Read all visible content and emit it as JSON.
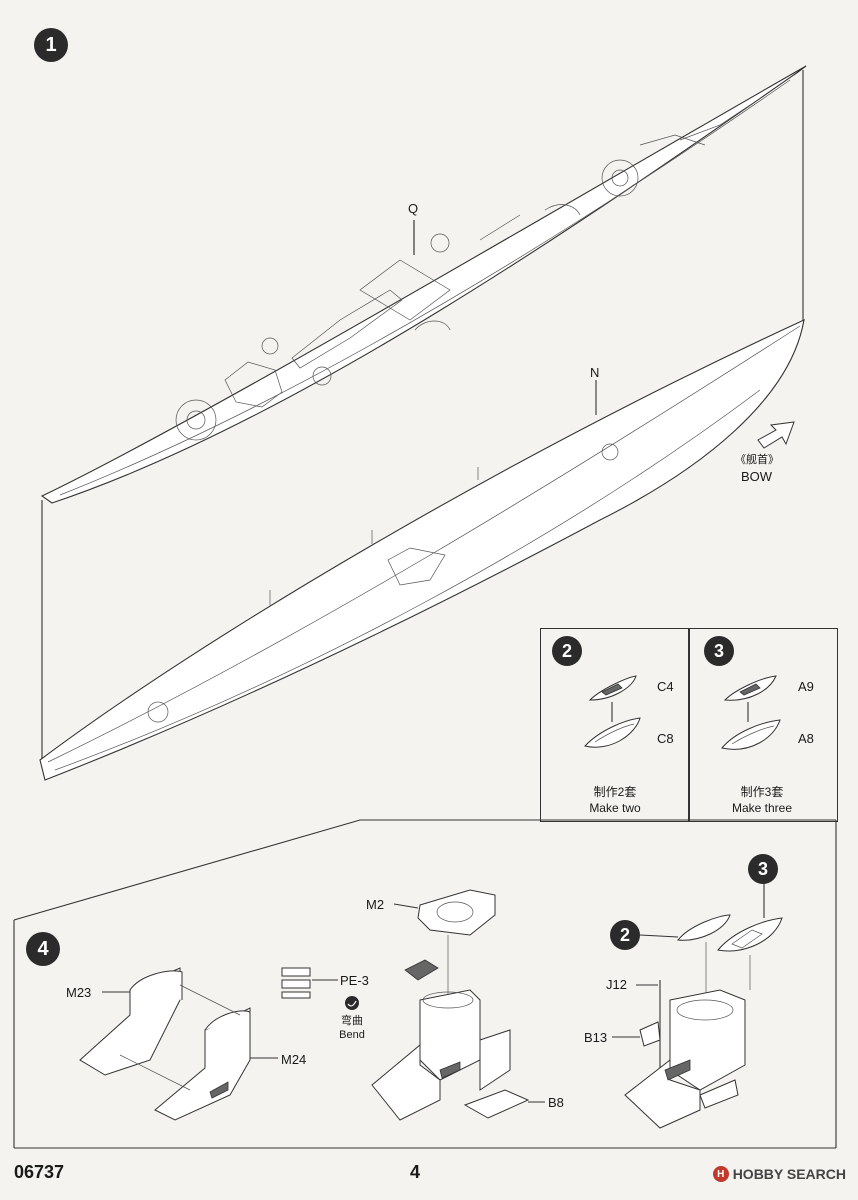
{
  "steps": {
    "step1": {
      "number": "1",
      "label_q": "Q",
      "label_n": "N",
      "bow_cn": "《舰首》",
      "bow_en": "BOW"
    },
    "step2": {
      "number": "2",
      "part_top": "C4",
      "part_bottom": "C8",
      "note_cn": "制作2套",
      "note_en": "Make two"
    },
    "step3": {
      "number": "3",
      "part_top": "A9",
      "part_bottom": "A8",
      "note_cn": "制作3套",
      "note_en": "Make three"
    },
    "step4": {
      "number": "4",
      "labels": {
        "m23": "M23",
        "m24": "M24",
        "m2": "M2",
        "pe3": "PE-3",
        "bend_cn": "弯曲",
        "bend_en": "Bend",
        "b8": "B8",
        "j12": "J12",
        "b13": "B13",
        "ref2": "2",
        "ref3": "3"
      }
    }
  },
  "footer": {
    "code": "06737",
    "page": "4"
  },
  "watermark": {
    "logo": "H",
    "text": "HOBBY SEARCH"
  },
  "icons": {
    "bow_arrow": "arrow-up-right-icon",
    "bend": "bend-icon"
  }
}
